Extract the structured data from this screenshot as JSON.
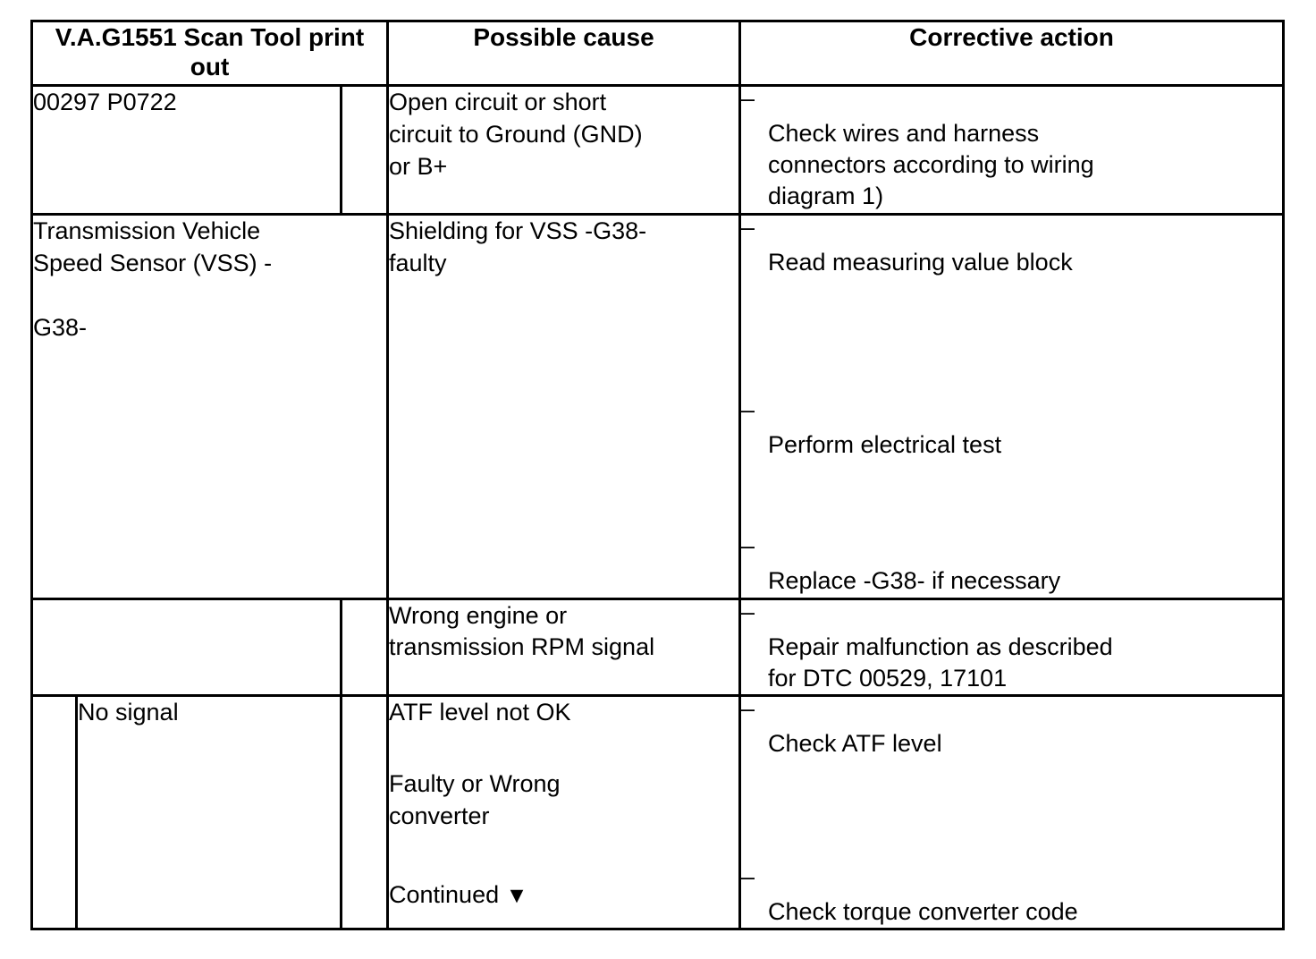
{
  "document": {
    "type": "diagnostic-trouble-code-table",
    "header": {
      "columns": [
        {
          "id": "scan-tool-printout",
          "label": "V.A.G1551 Scan Tool\nprint out"
        },
        {
          "id": "possible-cause",
          "label": "Possible cause"
        },
        {
          "id": "corrective-action",
          "label": "Corrective action"
        }
      ]
    },
    "rows": [
      {
        "id": "row-00297-p0722",
        "printout": "00297 P0722",
        "sub_printout": "",
        "possible_cause": "Open circuit or short\ncircuit to Ground (GND)\nor B+",
        "corrective_actions": [
          "Check wires and harness\nconnectors according to wiring\ndiagram 1)"
        ]
      },
      {
        "id": "row-vss-g38",
        "printout": "Transmission Vehicle\nSpeed Sensor (VSS) -\n\nG38-",
        "sub_printout": "",
        "possible_cause": "Shielding for VSS -G38-\nfaulty",
        "corrective_actions": [
          "Read measuring value block",
          "Perform electrical test",
          "Replace -G38- if necessary"
        ]
      },
      {
        "id": "row-wrong-rpm-signal",
        "printout": "",
        "sub_printout": "",
        "possible_cause": "Wrong engine or\ntransmission RPM signal",
        "corrective_actions": [
          "Repair malfunction as described\nfor DTC 00529, 17101"
        ]
      },
      {
        "id": "row-no-signal",
        "printout": "",
        "sub_printout": "No signal",
        "possible_cause": "ATF level not OK",
        "possible_cause_2": "Faulty or Wrong\nconverter",
        "continued_label": "Continued",
        "continued_icon": "caret-down-icon",
        "continued_glyph": "▼",
        "corrective_actions": [
          "Check ATF level",
          "Check torque converter code"
        ]
      }
    ],
    "bullet_marker": "–",
    "colors": {
      "border": "#000000",
      "text": "#000000",
      "background": "#ffffff"
    }
  }
}
